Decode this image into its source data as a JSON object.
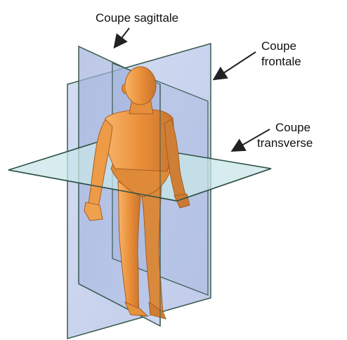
{
  "labels": {
    "sagittal": "Coupe sagittale",
    "frontal_line1": "Coupe",
    "frontal_line2": "frontale",
    "transverse_line1": "Coupe",
    "transverse_line2": "transverse"
  },
  "colors": {
    "background": "#ffffff",
    "sagittal_plane": "#a9b8dd",
    "frontal_plane": "#b8c6ea",
    "transverse_plane": "#bfe0e3",
    "plane_outline": "#3a5a4f",
    "skin_light": "#f2a24f",
    "skin_mid": "#e58a34",
    "skin_dark": "#bf6f2c",
    "label_text": "#111111",
    "arrow": "#222222"
  }
}
